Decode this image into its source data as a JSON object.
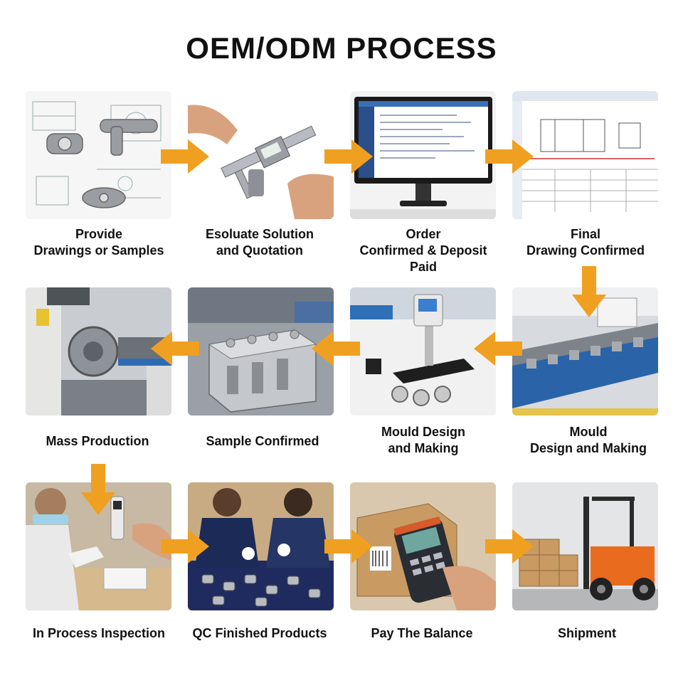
{
  "title": "OEM/ODM PROCESS",
  "steps": [
    {
      "label": "Provide\nDrawings or Samples"
    },
    {
      "label": "Esoluate Solution\nand Quotation"
    },
    {
      "label": "Order\nConfirmed & Deposit\nPaid"
    },
    {
      "label": "Final\nDrawing Confirmed"
    },
    {
      "label": "Mould\nDesign and Making"
    },
    {
      "label": "Mould Design\nand Making"
    },
    {
      "label": "Sample Confirmed"
    },
    {
      "label": "Mass Production"
    },
    {
      "label": "In Process Inspection"
    },
    {
      "label": "QC Finished Products"
    },
    {
      "label": "Pay The Balance"
    },
    {
      "label": "Shipment"
    }
  ],
  "colors": {
    "arrow": "#f0a020",
    "background": "#ffffff",
    "text": "#111111"
  }
}
